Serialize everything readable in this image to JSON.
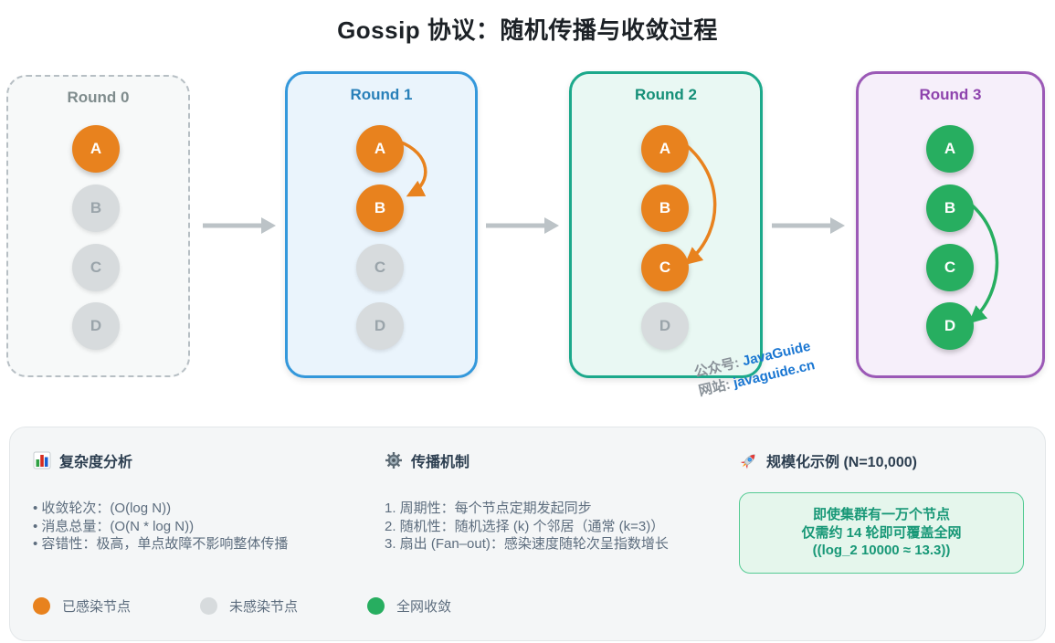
{
  "title": "Gossip 协议：随机传播与收敛过程",
  "rounds": [
    {
      "label": "Round 0",
      "nodes": [
        {
          "id": "A",
          "state": "infected"
        },
        {
          "id": "B",
          "state": "clean"
        },
        {
          "id": "C",
          "state": "clean"
        },
        {
          "id": "D",
          "state": "clean"
        }
      ]
    },
    {
      "label": "Round 1",
      "nodes": [
        {
          "id": "A",
          "state": "infected"
        },
        {
          "id": "B",
          "state": "infected"
        },
        {
          "id": "C",
          "state": "clean"
        },
        {
          "id": "D",
          "state": "clean"
        }
      ],
      "arrow": {
        "from": "A",
        "to": "B",
        "color": "#E8821E"
      }
    },
    {
      "label": "Round 2",
      "nodes": [
        {
          "id": "A",
          "state": "infected"
        },
        {
          "id": "B",
          "state": "infected"
        },
        {
          "id": "C",
          "state": "infected"
        },
        {
          "id": "D",
          "state": "clean"
        }
      ],
      "arrow": {
        "from": "A",
        "to": "C",
        "color": "#E8821E"
      }
    },
    {
      "label": "Round 3",
      "nodes": [
        {
          "id": "A",
          "state": "converged"
        },
        {
          "id": "B",
          "state": "converged"
        },
        {
          "id": "C",
          "state": "converged"
        },
        {
          "id": "D",
          "state": "converged"
        }
      ],
      "arrow": {
        "from": "B",
        "to": "D",
        "color": "#27AE60"
      }
    }
  ],
  "watermark": {
    "line1_label": "公众号:",
    "line1_value": "JavaGuide",
    "line2_label": "网站:",
    "line2_value": "javaguide.cn"
  },
  "info": {
    "complexity": {
      "icon": "bar-chart-icon",
      "title": "复杂度分析",
      "items": [
        "收敛轮次：(O(log N))",
        "消息总量：(O(N * log N))",
        "容错性：极高，单点故障不影响整体传播"
      ]
    },
    "mechanism": {
      "icon": "gear-icon",
      "title": "传播机制",
      "items": [
        "1. 周期性：每个节点定期发起同步",
        "2. 随机性：随机选择 (k) 个邻居（通常 (k=3)）",
        "3. 扇出 (Fan–out)：感染速度随轮次呈指数增长"
      ]
    },
    "scale": {
      "icon": "rocket-icon",
      "title": "规模化示例 (N=10,000)",
      "box_lines": [
        "即使集群有一万个节点",
        "仅需约 14 轮即可覆盖全网",
        "((log_2 10000 ≈ 13.3))"
      ]
    }
  },
  "legend": [
    {
      "label": "已感染节点",
      "state": "infected",
      "color": "#E8821E"
    },
    {
      "label": "未感染节点",
      "state": "clean",
      "color": "#D7DBDD"
    },
    {
      "label": "全网收敛",
      "state": "converged",
      "color": "#27AE60"
    }
  ],
  "colors": {
    "infected": "#E8821E",
    "clean": "#D7DBDD",
    "converged": "#27AE60",
    "round0_border": "#B7BFC4",
    "round1_border": "#3498DB",
    "round2_border": "#1CA98B",
    "round3_border": "#9B59B6",
    "flow_arrow": "#BCC3C7"
  }
}
